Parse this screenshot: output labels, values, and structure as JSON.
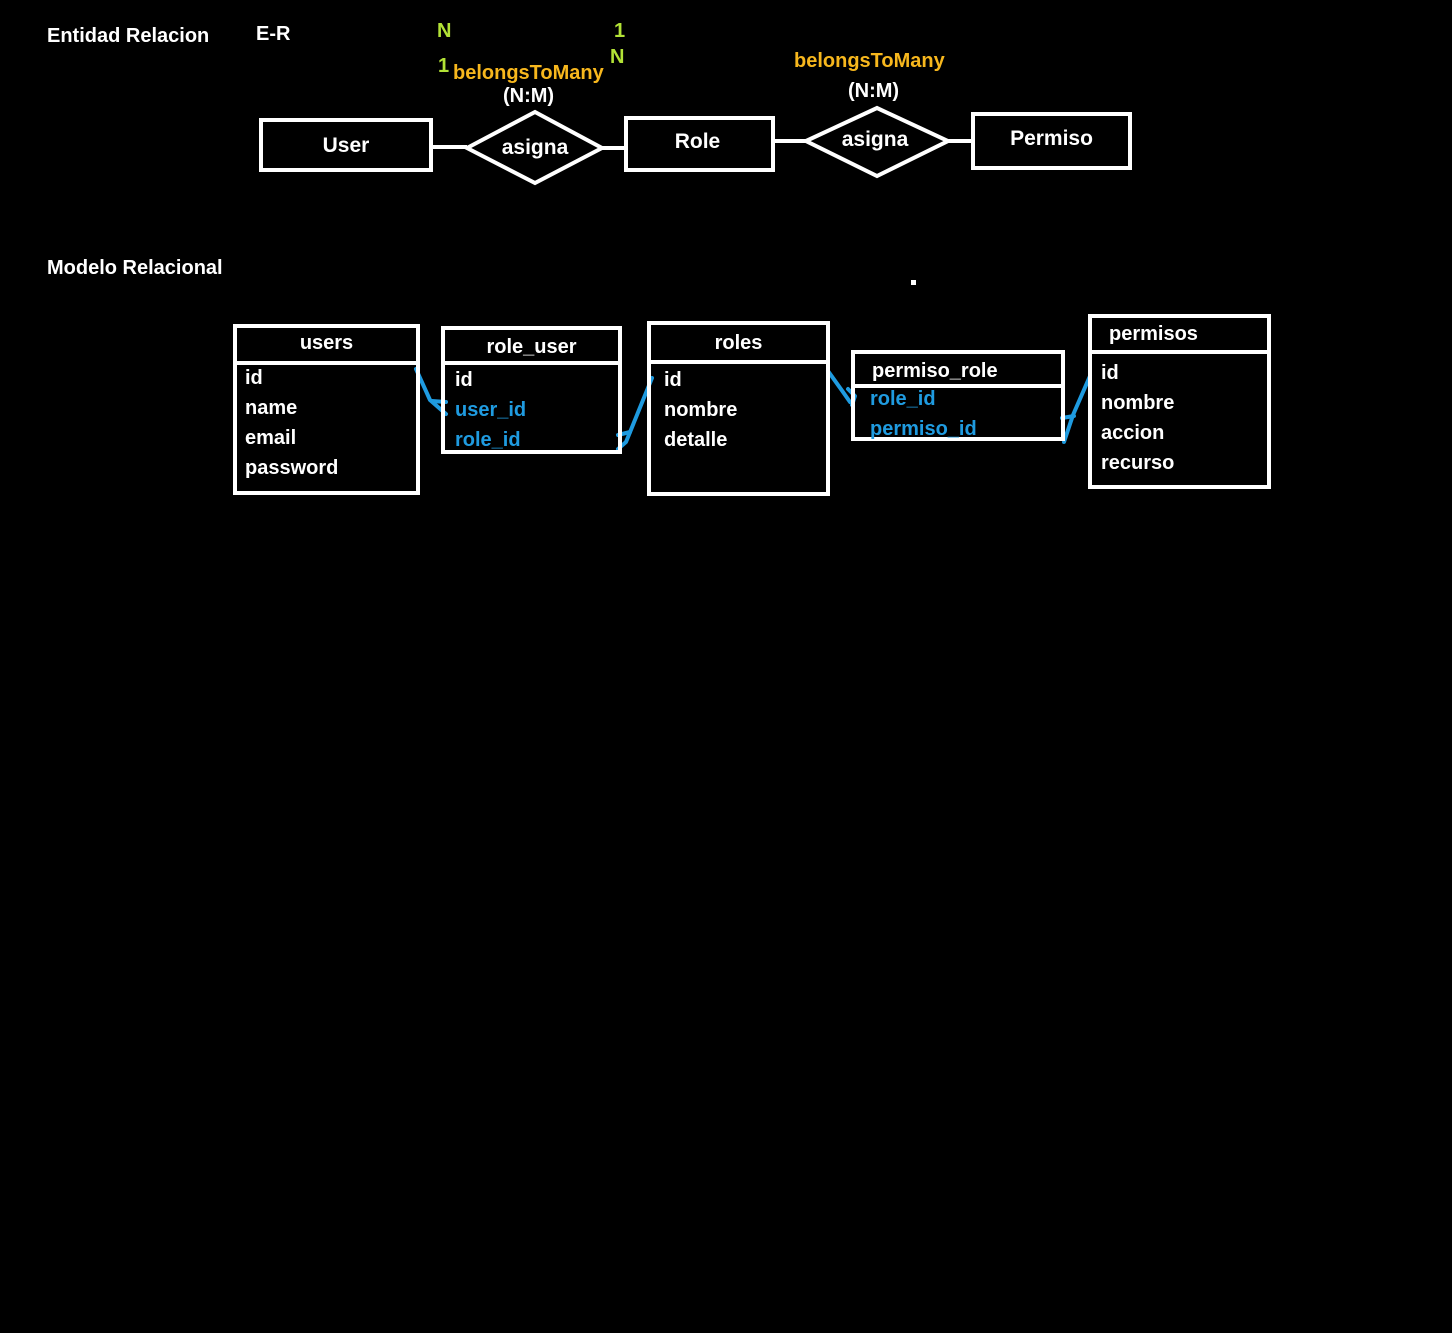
{
  "er_section": {
    "title": "Entidad Relacion",
    "subtitle": "E-R",
    "entities": {
      "user": "User",
      "role": "Role",
      "permiso": "Permiso"
    },
    "relationships": [
      {
        "label": "asigna",
        "type": "belongsToMany",
        "cardinality": "(N:M)"
      },
      {
        "label": "asigna",
        "type": "belongsToMany",
        "cardinality": "(N:M)"
      }
    ],
    "cardinality_marks": {
      "left_top": "N",
      "left_bottom": "1",
      "right_top": "1",
      "right_bottom": "N"
    }
  },
  "relational_section": {
    "title": "Modelo Relacional",
    "tables": [
      {
        "name": "users",
        "columns": [
          "id",
          "name",
          "email",
          "password"
        ]
      },
      {
        "name": "role_user",
        "columns": [
          "id",
          "user_id",
          "role_id"
        ]
      },
      {
        "name": "roles",
        "columns": [
          "id",
          "nombre",
          "detalle"
        ]
      },
      {
        "name": "permiso_role",
        "columns": [
          "role_id",
          "permiso_id"
        ]
      },
      {
        "name": "permisos",
        "columns": [
          "id",
          "nombre",
          "accion",
          "recurso"
        ]
      }
    ]
  },
  "colors": {
    "background": "#000000",
    "foreground": "#ffffff",
    "relation_type": "#f7b71d",
    "cardinality": "#b2e236",
    "foreign_key": "#1f9be0"
  }
}
